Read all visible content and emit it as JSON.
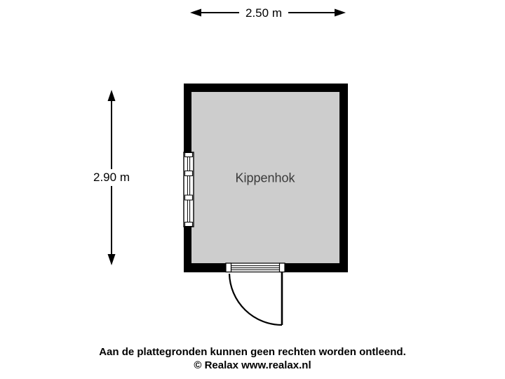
{
  "floorplan": {
    "room_label": "Kippenhok",
    "dimensions": {
      "width_label": "2.50 m",
      "height_label": "2.90 m"
    },
    "features": [
      "window-left-wall",
      "door-bottom-wall-with-swing-arc"
    ]
  },
  "footer": {
    "disclaimer": "Aan de plattegronden kunnen geen rechten worden ontleend.",
    "copyright": "© Realax www.realax.nl"
  },
  "colors": {
    "wall": "#000000",
    "room_fill": "#cdcdcd",
    "background": "#ffffff",
    "room_label_color": "#3a3a3a"
  }
}
